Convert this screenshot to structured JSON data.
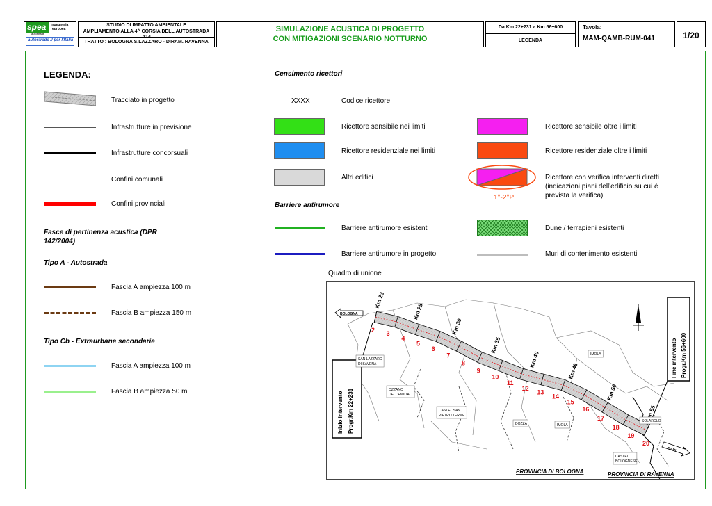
{
  "header": {
    "logo_spea": "spea",
    "logo_spea_sub1": "ingegneria",
    "logo_spea_sub2": "europea",
    "logo_spea_sub3": "autostrade",
    "logo_autostrade": "autostrade // per l'Italia",
    "study_line1": "STUDIO DI IMPATTO AMBIENTALE",
    "study_line2": "AMPLIAMENTO ALLA 4^ CORSIA DELL'AUTOSTRADA A14",
    "tratto": "TRATTO : BOLOGNA S.LAZZARO - DIRAM. RAVENNA",
    "title_line1": "SIMULAZIONE ACUSTICA DI PROGETTO",
    "title_line2": "CON MITIGAZIONI SCENARIO NOTTURNO",
    "km_range": "Da Km 22+231 a Km 56+600",
    "legenda_label": "LEGENDA",
    "tavola_label": "Tavola:",
    "tavola_code": "MAM-QAMB-RUM-041",
    "sheet": "1/20"
  },
  "legend": {
    "title": "LEGENDA:",
    "tracciato": "Tracciato in progetto",
    "infra_previsione": "Infrastrutture in previsione",
    "infra_concorsuali": "Infrastrutture concorsuali",
    "confini_comunali": "Confini comunali",
    "confini_provinciali": "Confini provinciali",
    "fasce_title": "Fasce di pertinenza acustica (DPR 142/2004)",
    "tipo_a": "Tipo A - Autostrada",
    "fascia_a_100": "Fascia A ampiezza 100 m",
    "fascia_b_150": "Fascia B ampiezza 150 m",
    "tipo_cb": "Tipo Cb - Extraurbane secondarie",
    "fascia_a_100_cb": "Fascia A ampiezza 100 m",
    "fascia_b_50": "Fascia B ampiezza 50 m"
  },
  "receptors": {
    "title": "Censimento ricettori",
    "code_sample": "XXXX",
    "code_label": "Codice ricettore",
    "sens_limiti": "Ricettore sensibile nei limiti",
    "res_limiti": "Ricettore residenziale nei limiti",
    "altri": "Altri edifici",
    "sens_oltre": "Ricettore sensibile oltre i limiti",
    "res_oltre": "Ricettore residenziale oltre i limiti",
    "verifica_line1": "Ricettore con verifica interventi diretti",
    "verifica_line2": "(indicazioni piani dell'edificio su cui è",
    "verifica_line3": "prevista la verifica)",
    "piani": "1°-2°P"
  },
  "barriers": {
    "title": "Barriere antirumore",
    "esistenti": "Barriere antirumore esistenti",
    "progetto": "Barriere antirumore in progetto",
    "dune": "Dune / terrapieni esistenti",
    "muri": "Muri di contenimento esistenti"
  },
  "map": {
    "title": "Quadro di unione",
    "bologna": "BOLOGNA",
    "bari": "BARI",
    "inizio_line1": "Inizio intervento",
    "inizio_line2": "Progr.Km 22+231",
    "fine_line1": "Fine intervento",
    "fine_line2": "Progr.Km 56+600",
    "prov_bologna": "PROVINCIA DI BOLOGNA",
    "prov_ravenna": "PROVINCIA DI RAVENNA",
    "towns": [
      "SAN LAZZARO DI SAVENA",
      "OZZANO DELL'EMILIA",
      "CASTEL SAN PIETRO TERME",
      "DOZZA",
      "IMOLA",
      "IMOLA",
      "SOLAROLO",
      "CASTEL BOLOGNESE"
    ],
    "km_marks": [
      "Km 23",
      "Km 25",
      "Km 30",
      "Km 35",
      "Km 40",
      "Km 45",
      "Km 50",
      "Km 55"
    ],
    "segments": [
      "2",
      "3",
      "4",
      "5",
      "6",
      "7",
      "8",
      "9",
      "10",
      "11",
      "12",
      "13",
      "14",
      "15",
      "16",
      "17",
      "18",
      "19",
      "20"
    ]
  },
  "colors": {
    "green_frame": "#1e9a1f",
    "sens_limiti": "#33e016",
    "res_limiti": "#1f8ef0",
    "altri": "#d9d9d9",
    "sens_oltre": "#f51ff0",
    "res_oltre": "#fa4a10",
    "confini_prov": "#ff0000",
    "fascia_a": "#6b3a12",
    "fascia_cb_a": "#8ed4f2",
    "fascia_cb_b": "#9af08d",
    "barriera_esistente": "#21b121",
    "barriera_progetto": "#1c1cc0"
  }
}
